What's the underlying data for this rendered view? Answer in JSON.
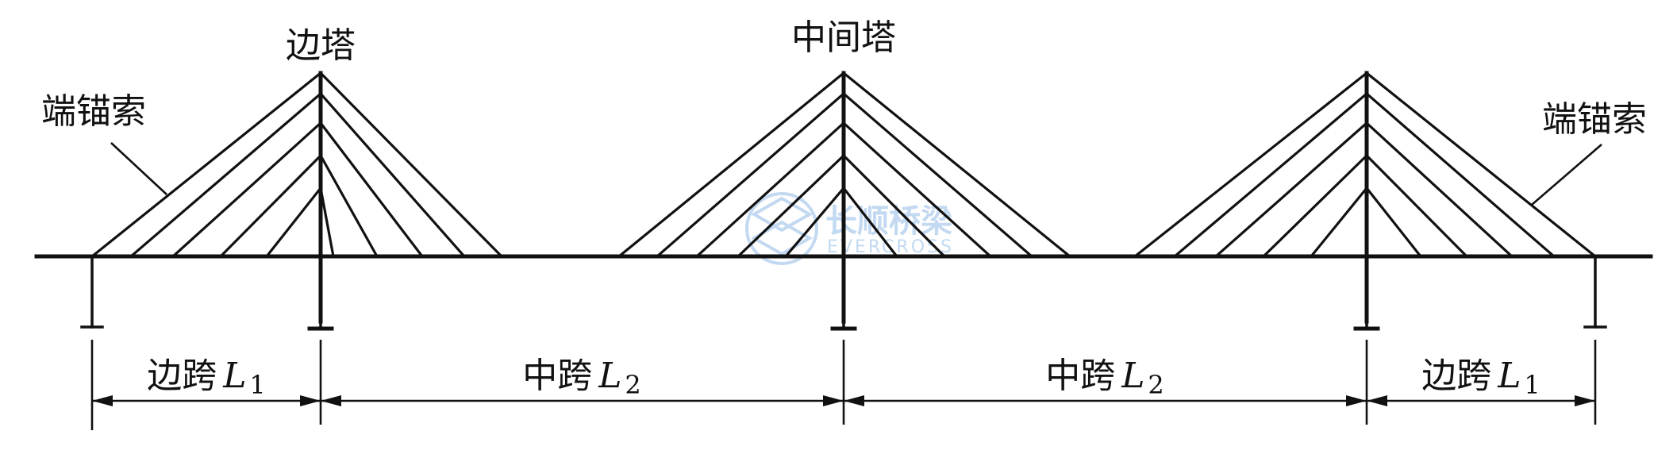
{
  "labels": {
    "side_tower": "边塔",
    "middle_tower": "中间塔",
    "anchor_cable_left": "端锚索",
    "anchor_cable_right": "端锚索"
  },
  "spans": [
    {
      "prefix": "边跨",
      "symbol": "L",
      "subscript": "1"
    },
    {
      "prefix": "中跨",
      "symbol": "L",
      "subscript": "2"
    },
    {
      "prefix": "中跨",
      "symbol": "L",
      "subscript": "2"
    },
    {
      "prefix": "边跨",
      "symbol": "L",
      "subscript": "1"
    }
  ],
  "watermark": {
    "cn": "长顺桥梁",
    "en": "EVERCROSS"
  },
  "colors": {
    "line": "#111111",
    "watermark": "#a9c9ec"
  }
}
